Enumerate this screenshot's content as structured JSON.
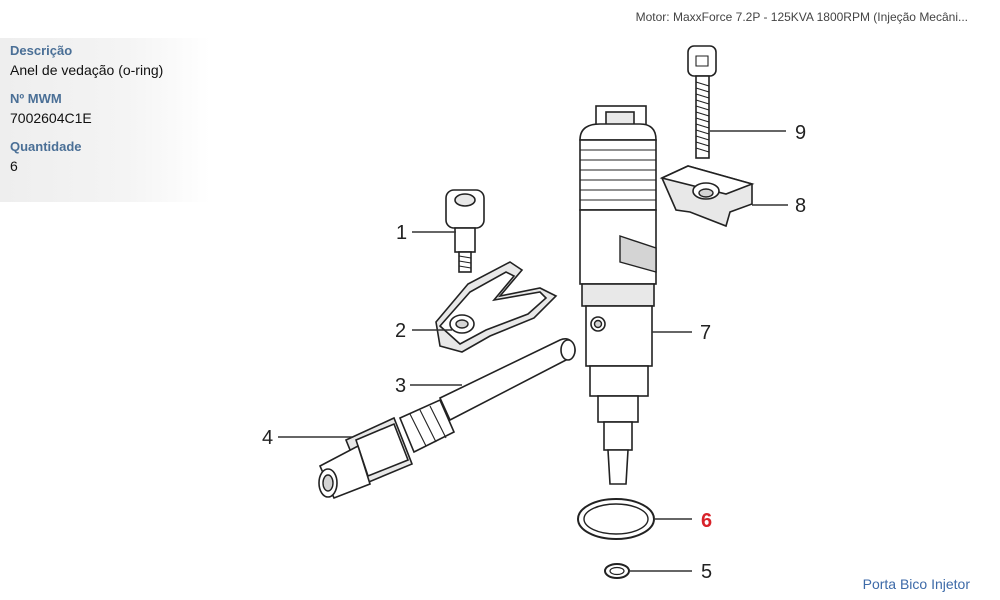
{
  "header": {
    "engine_title": "Motor: MaxxForce 7.2P - 125KVA 1800RPM (Injeção Mecâni..."
  },
  "details": {
    "description_label": "Descrição",
    "description_value": "Anel de vedação (o-ring)",
    "mwm_label": "Nº MWM",
    "mwm_value": "7002604C1E",
    "quantity_label": "Quantidade",
    "quantity_value": "6"
  },
  "diagram": {
    "callouts": [
      "1",
      "2",
      "3",
      "4",
      "5",
      "6",
      "7",
      "8",
      "9"
    ],
    "selected_callout": "6",
    "highlight_color": "#d8222a"
  },
  "footer": {
    "group_link": "Porta Bico Injetor"
  }
}
